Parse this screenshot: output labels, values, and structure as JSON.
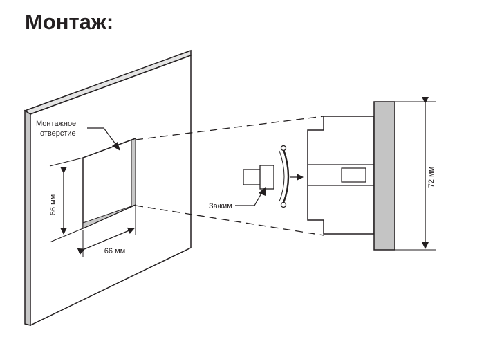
{
  "title": "Монтаж:",
  "labels": {
    "hole_line1": "Монтажное",
    "hole_line2": "отверстие",
    "clamp": "Зажим",
    "height": "66 мм",
    "width": "66 мм",
    "device_height": "72 мм"
  },
  "colors": {
    "ink": "#231f20",
    "panel_edge": "#c8c8c8",
    "device_face": "#c4c4c4"
  }
}
